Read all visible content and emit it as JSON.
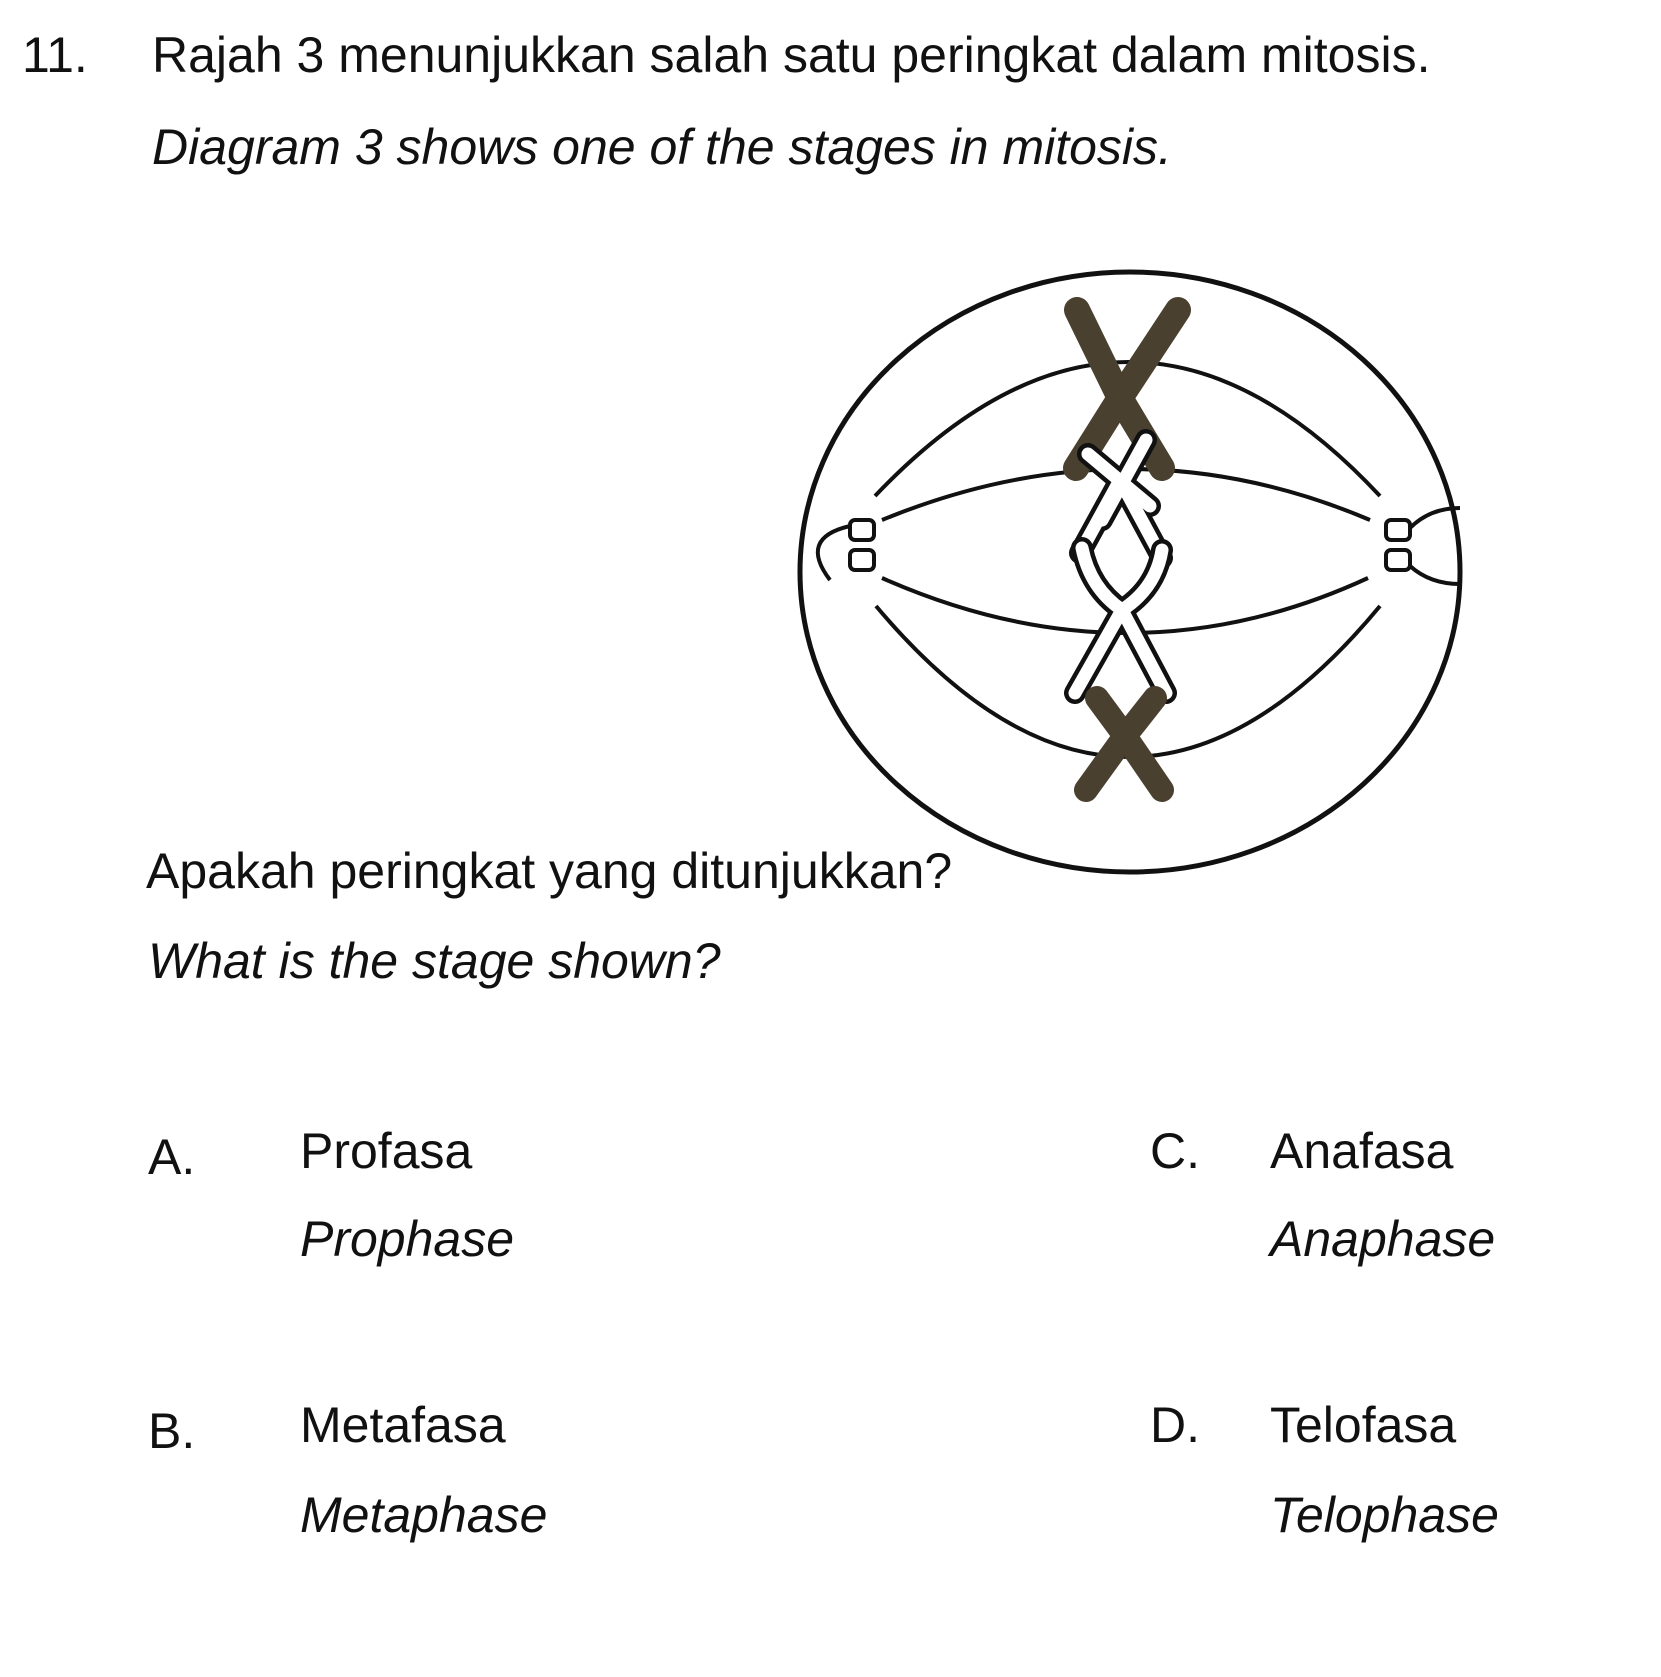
{
  "question": {
    "number": "11.",
    "stem_ms": "Rajah 3 menunjukkan salah satu peringkat dalam mitosis.",
    "stem_en": "Diagram 3 shows one of the stages in mitosis.",
    "prompt_ms": "Apakah peringkat yang ditunjukkan?",
    "prompt_en": "What is the stage shown?"
  },
  "diagram": {
    "subject": "cell-in-metaphase",
    "chromosome_colors": {
      "dark": "#4a4030",
      "light": "#ffffff"
    }
  },
  "options": [
    {
      "letter": "A.",
      "ms": "Profasa",
      "en": "Prophase"
    },
    {
      "letter": "B.",
      "ms": "Metafasa",
      "en": "Metaphase"
    },
    {
      "letter": "C.",
      "ms": "Anafasa",
      "en": "Anaphase"
    },
    {
      "letter": "D.",
      "ms": "Telofasa",
      "en": "Telophase"
    }
  ]
}
